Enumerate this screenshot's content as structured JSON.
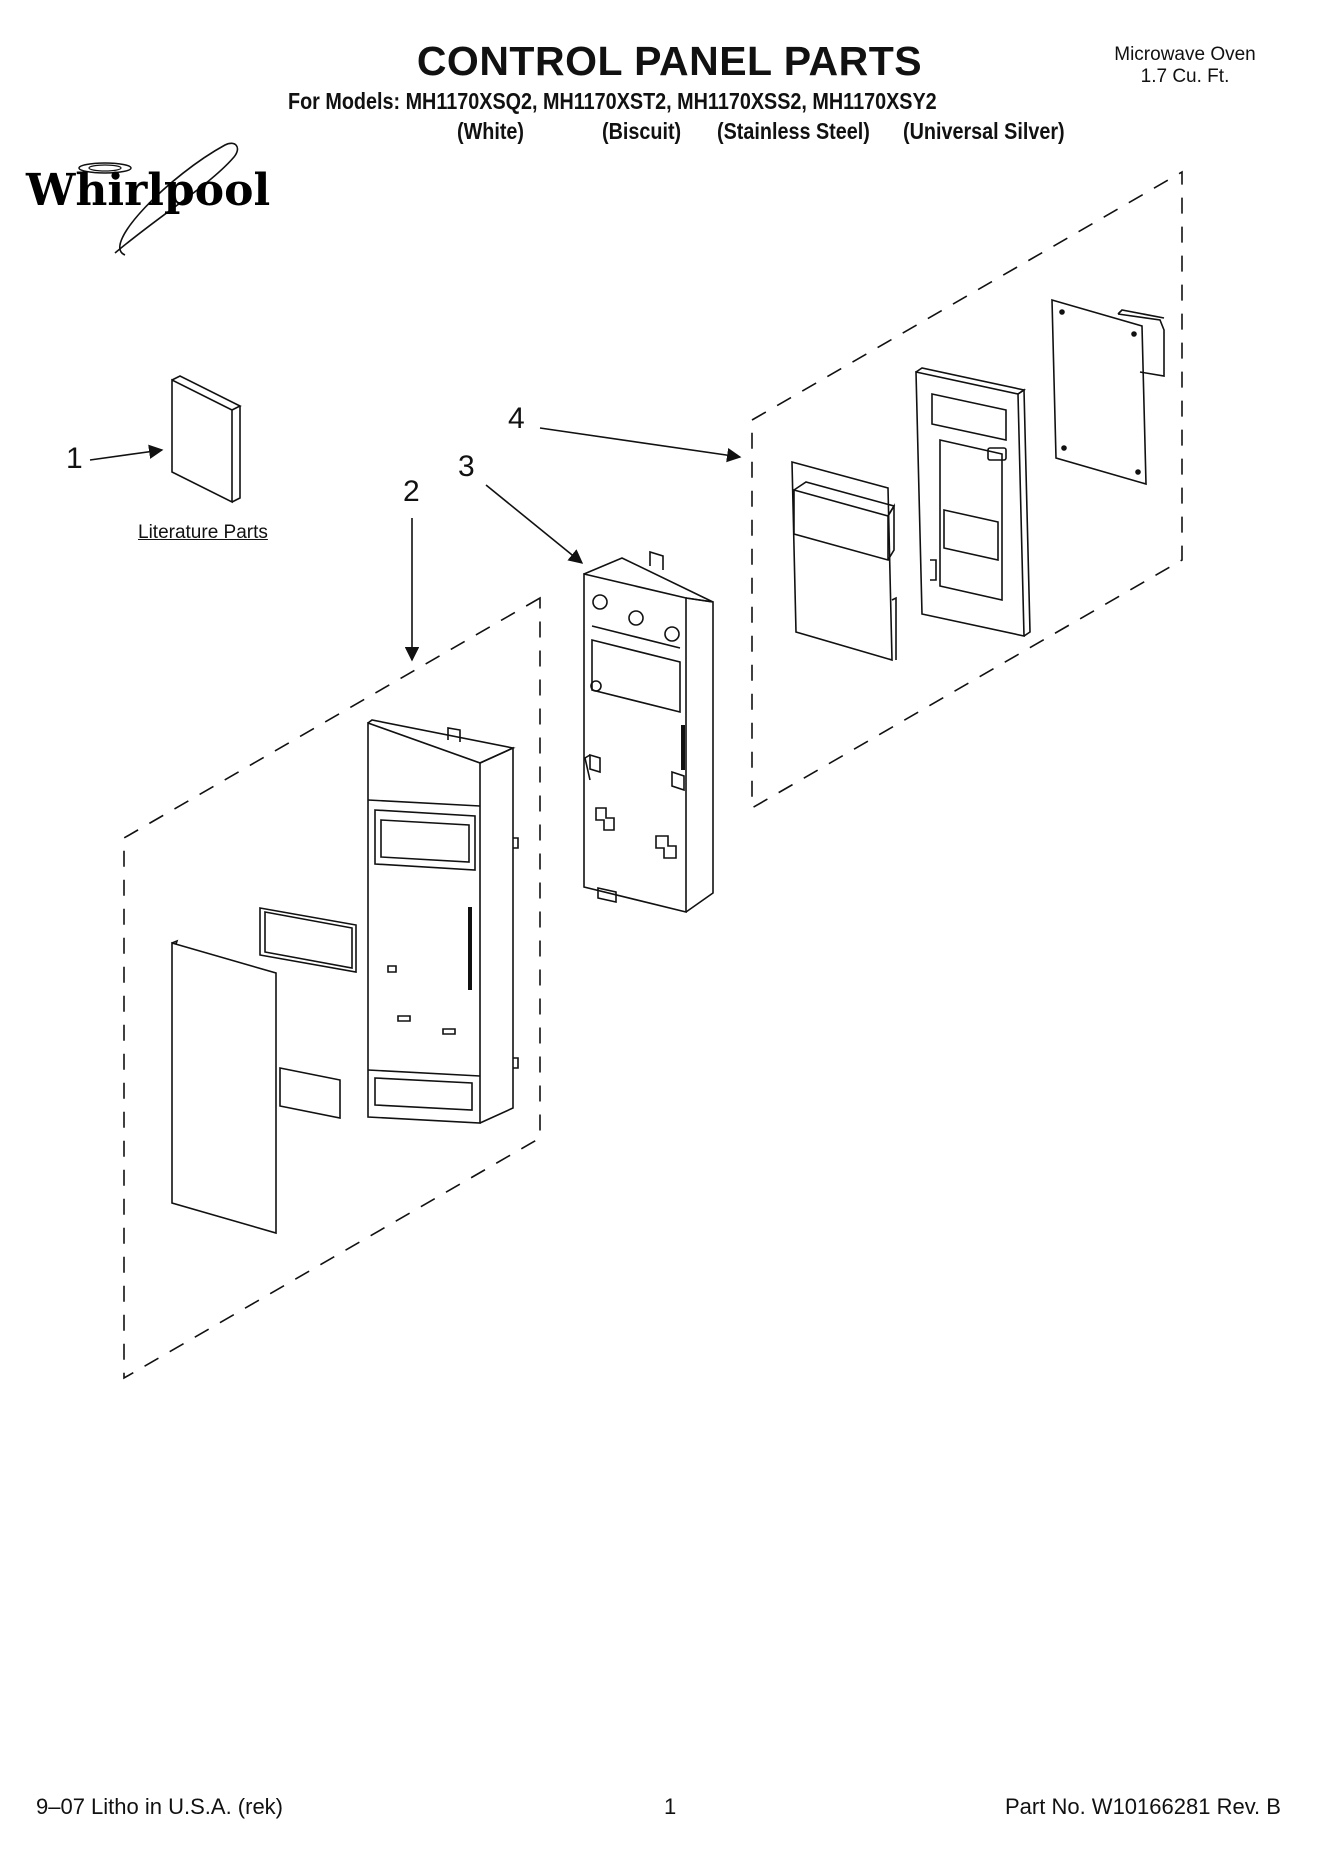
{
  "header": {
    "title": "CONTROL PANEL PARTS",
    "models_label": "For Models: MH1170XSQ2, MH1170XST2, MH1170XSS2, MH1170XSY2",
    "variants": [
      "(White)",
      "(Biscuit)",
      "(Stainless Steel)",
      "(Universal Silver)"
    ],
    "product_line1": "Microwave Oven",
    "product_line2": "1.7 Cu. Ft."
  },
  "brand": {
    "logo_text": "Whirlpool"
  },
  "callouts": [
    "1",
    "2",
    "3",
    "4"
  ],
  "literature_label": "Literature Parts",
  "footer": {
    "left": "9–07 Litho in U.S.A. (rek)",
    "center": "1",
    "right": "Part No. W10166281 Rev. B"
  }
}
